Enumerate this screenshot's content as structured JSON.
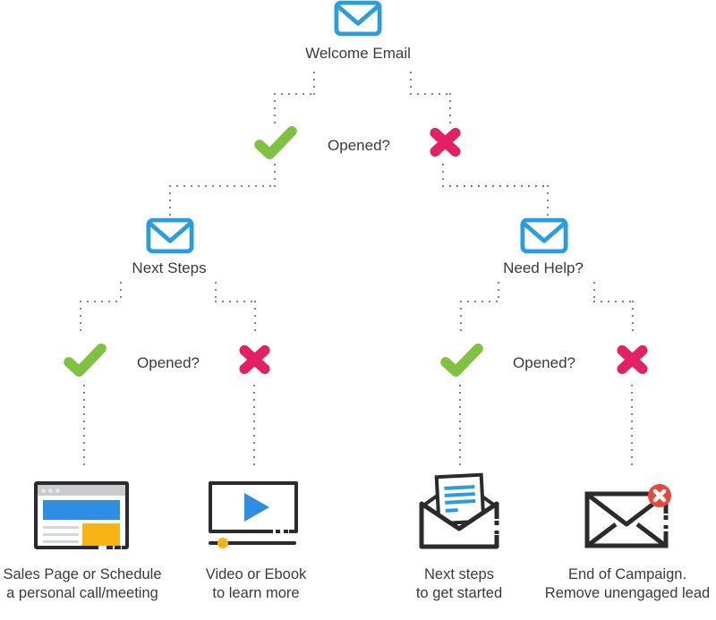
{
  "flowchart": {
    "root": {
      "label": "Welcome Email",
      "icon": "email"
    },
    "level1_question": "Opened?",
    "branches": [
      {
        "label": "Next Steps",
        "icon": "email",
        "question": "Opened?"
      },
      {
        "label": "Need Help?",
        "icon": "email",
        "question": "Opened?"
      }
    ],
    "outcomes": [
      {
        "icon": "browser-window",
        "line1": "Sales Page or Schedule",
        "line2": "a personal call/meeting"
      },
      {
        "icon": "video-player",
        "line1": "Video or Ebook",
        "line2": "to learn more"
      },
      {
        "icon": "open-envelope",
        "line1": "Next steps",
        "line2": "to get started"
      },
      {
        "icon": "rejected-envelope",
        "line1": "End of Campaign.",
        "line2": "Remove unengaged lead"
      }
    ]
  },
  "colors": {
    "blue": "#2B9CDC",
    "green": "#7FC241",
    "pink": "#E32063",
    "dark": "#2B2B2B",
    "red_badge": "#E8483C",
    "text": "#3A3A3A",
    "dot": "#858585",
    "browser_bar": "#C9CCCF",
    "browser_dot": "#E4E6E8",
    "browser_blue": "#2E8EE5",
    "yellow": "#F8B414",
    "gray_line": "#D5D8DB"
  }
}
